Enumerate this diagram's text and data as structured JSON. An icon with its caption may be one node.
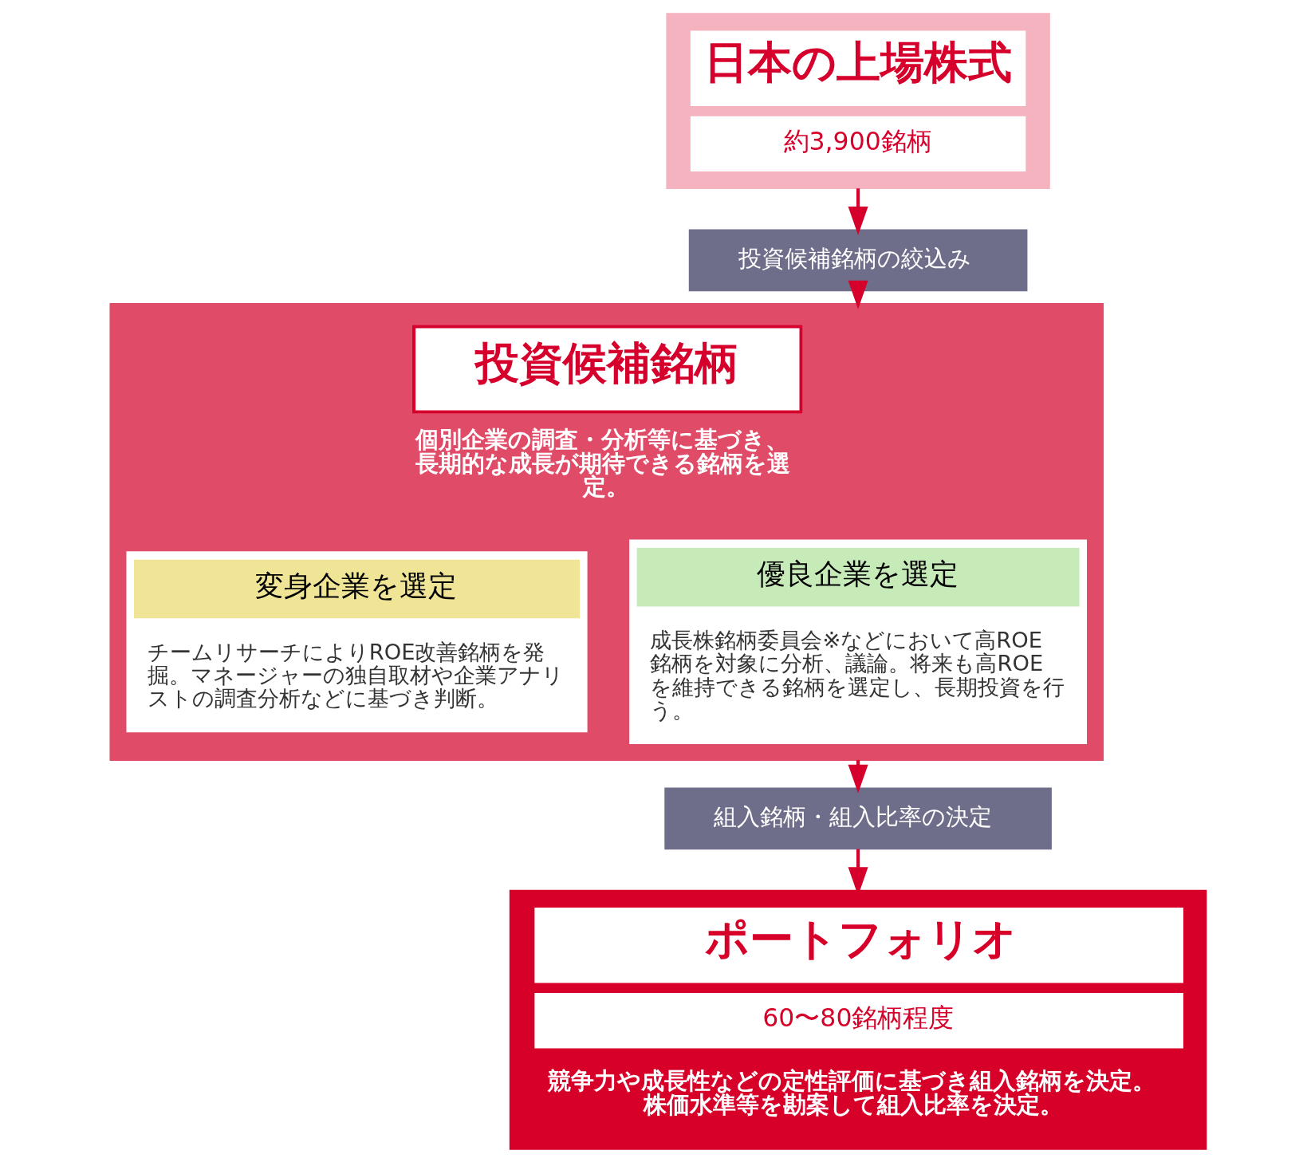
{
  "diagram": {
    "nodes": [
      {
        "text": [
          "日本の上場株式",
          "約3,900銘柄"
        ]
      },
      {
        "text": [
          "投資候補銘柄の絞込み"
        ]
      },
      {
        "text": [
          "投資候補銘柄",
          "個別企業の調査・分析等に基づき、長期的な成長が期待できる銘柄を選定。"
        ]
      },
      {
        "text": [
          "優良企業を選定",
          "成長株銘柄委員会※などにおいて高ROE銘柄を対象に分析、議論。将来も高ROEを維持できる銘柄を選定し、長期投資を行う。"
        ],
        "in": 2
      },
      {
        "text": [
          "変身企業を選定",
          "チームリサーチによりROE改善銘柄を発掘。マネージャーの独自取材や企業アナリストの調査分析などに基づき判断。"
        ],
        "in": 2
      },
      {
        "text": [
          "組入銘柄・組入比率の決定"
        ]
      },
      {
        "text": [
          "ポートフォリオ",
          "60〜80銘柄程度",
          "競争力や成長性などの定性評価に基づき組入銘柄を決定。株価水準等を勘案して組入比率を決定。"
        ]
      }
    ],
    "edges": [
      {
        "from": 0,
        "to": 1,
        "arrow": "to"
      },
      {
        "from": 1,
        "to": 2,
        "arrow": "to"
      },
      {
        "from": 2,
        "to": 5,
        "arrow": "to"
      },
      {
        "from": 5,
        "to": 6,
        "arrow": "to"
      }
    ]
  }
}
